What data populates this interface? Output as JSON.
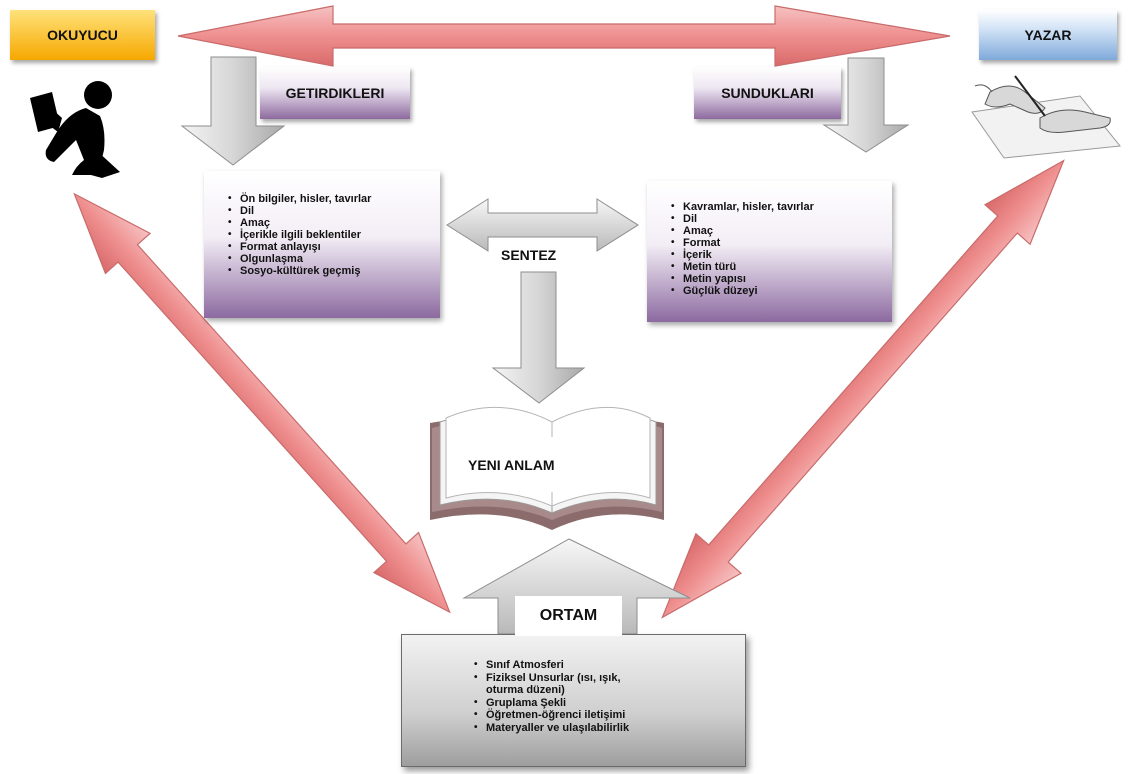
{
  "roles": {
    "reader": "OKUYUCU",
    "writer": "YAZAR"
  },
  "headers": {
    "brings": "GETIRDIKLERI",
    "offers": "SUNDUKLARI"
  },
  "reader_items": [
    "Ön bilgiler, hisler, tavırlar",
    "Dil",
    "Amaç",
    "İçerikle ilgili beklentiler",
    "Format anlayışı",
    "Olgunlaşma",
    "Sosyo-kültürek geçmiş"
  ],
  "writer_items": [
    "Kavramlar, hisler, tavırlar",
    "Dil",
    "Amaç",
    "Format",
    "İçerik",
    "Metin türü",
    "Metin yapısı",
    "Güçlük düzeyi"
  ],
  "synthesis": "SENTEZ",
  "new_meaning": "YENI ANLAM",
  "environment": {
    "label": "ORTAM",
    "items": [
      "Sınıf Atmosferi",
      "Fiziksel Unsurlar (ısı, ışık, oturma düzeni)",
      "Gruplama Şekli",
      "Öğretmen-öğrenci iletişimi",
      "Materyaller ve ulaşılabilirlik"
    ]
  },
  "icons": {
    "reader": "reading-person-icon",
    "writer": "writing-hands-icon",
    "book": "open-book-icon"
  },
  "colors": {
    "reader_tag": "#f6a800",
    "writer_tag": "#7fa9da",
    "purple_box": "#8c6aa0",
    "red_arrow": "#e98a8a",
    "gray_arrow": "#c8c8c8"
  }
}
